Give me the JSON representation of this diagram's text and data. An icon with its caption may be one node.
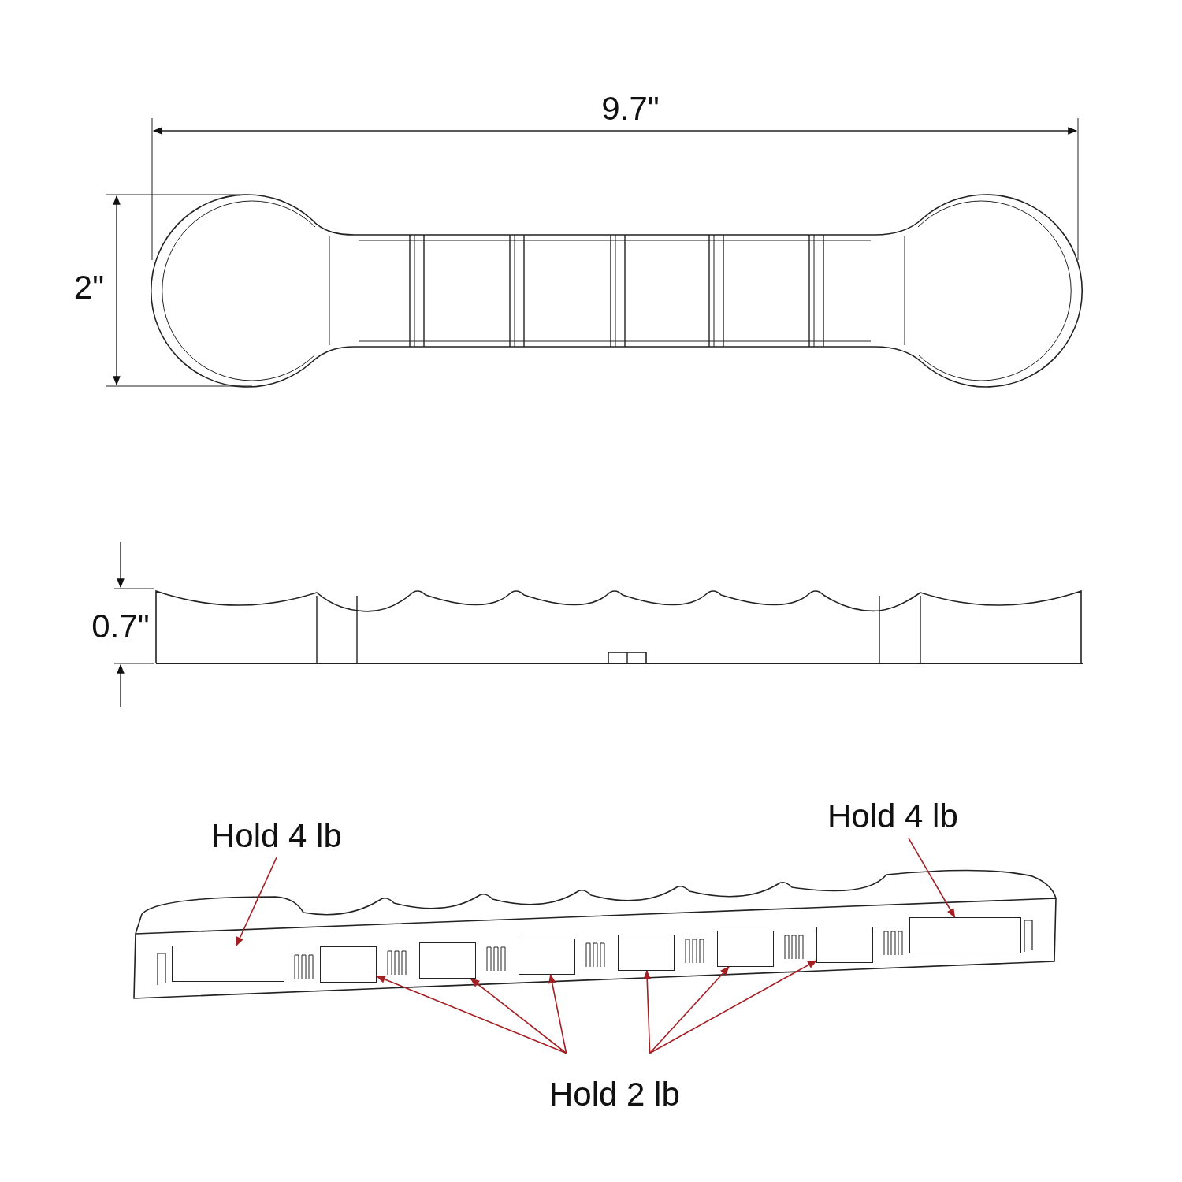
{
  "diagram": {
    "nodes": [
      {
        "text": [
          "Hold 4 lb"
        ]
      },
      {
        "text": [
          "Hold 4 lb"
        ]
      },
      {
        "text": [
          "Hold 2 lb"
        ]
      },
      {
        "text": [],
        "shape": "box"
      },
      {
        "text": [],
        "shape": "box"
      },
      {
        "text": [],
        "shape": "box"
      },
      {
        "text": [],
        "shape": "box"
      },
      {
        "text": [],
        "shape": "box"
      },
      {
        "text": [],
        "shape": "box"
      },
      {
        "text": [],
        "shape": "box"
      },
      {
        "text": [],
        "shape": "box"
      }
    ],
    "edges": [
      {
        "from": 0,
        "to": 3,
        "arrow": "to"
      },
      {
        "from": 1,
        "to": 10,
        "arrow": "to"
      },
      {
        "from": 2,
        "to": 4,
        "arrow": "to"
      },
      {
        "from": 2,
        "to": 5,
        "arrow": "to"
      },
      {
        "from": 2,
        "to": 6,
        "arrow": "to"
      },
      {
        "from": 2,
        "to": 7,
        "arrow": "to"
      },
      {
        "from": 2,
        "to": 8,
        "arrow": "to"
      },
      {
        "from": 2,
        "to": 9,
        "arrow": "to"
      }
    ],
    "labels": [
      "9.7\"",
      "2\"",
      "0.7\""
    ]
  }
}
